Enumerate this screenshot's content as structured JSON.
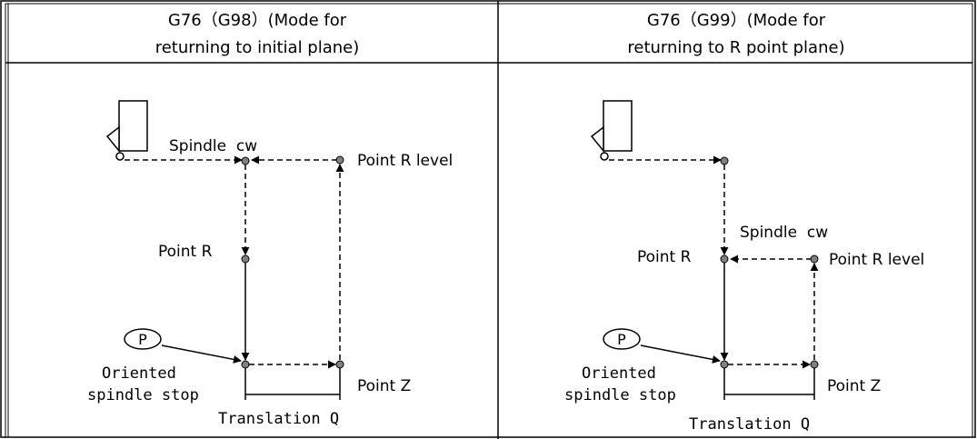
{
  "colors": {
    "ink": "#000000",
    "line": "#000000",
    "bg": "#ffffff",
    "point_fill": "#808080"
  },
  "panels": [
    {
      "header_line1": "G76（G98）(Mode for",
      "header_line2": "returning to initial plane)",
      "spindle_cw": "Spindle  cw",
      "point_r_level": "Point R level",
      "point_r": "Point R",
      "p_label": "P",
      "oriented_line1": "Oriented",
      "oriented_line2": "spindle stop",
      "point_z": "Point Z",
      "translation_q": "Translation Q"
    },
    {
      "header_line1": "G76（G99）(Mode for",
      "header_line2": "returning to R  point plane)",
      "spindle_cw": "Spindle  cw",
      "point_r_level": "Point R level",
      "point_r": "Point R",
      "p_label": "P",
      "oriented_line1": "Oriented",
      "oriented_line2": "spindle stop",
      "point_z": "Point Z",
      "translation_q": "Translation Q"
    }
  ]
}
